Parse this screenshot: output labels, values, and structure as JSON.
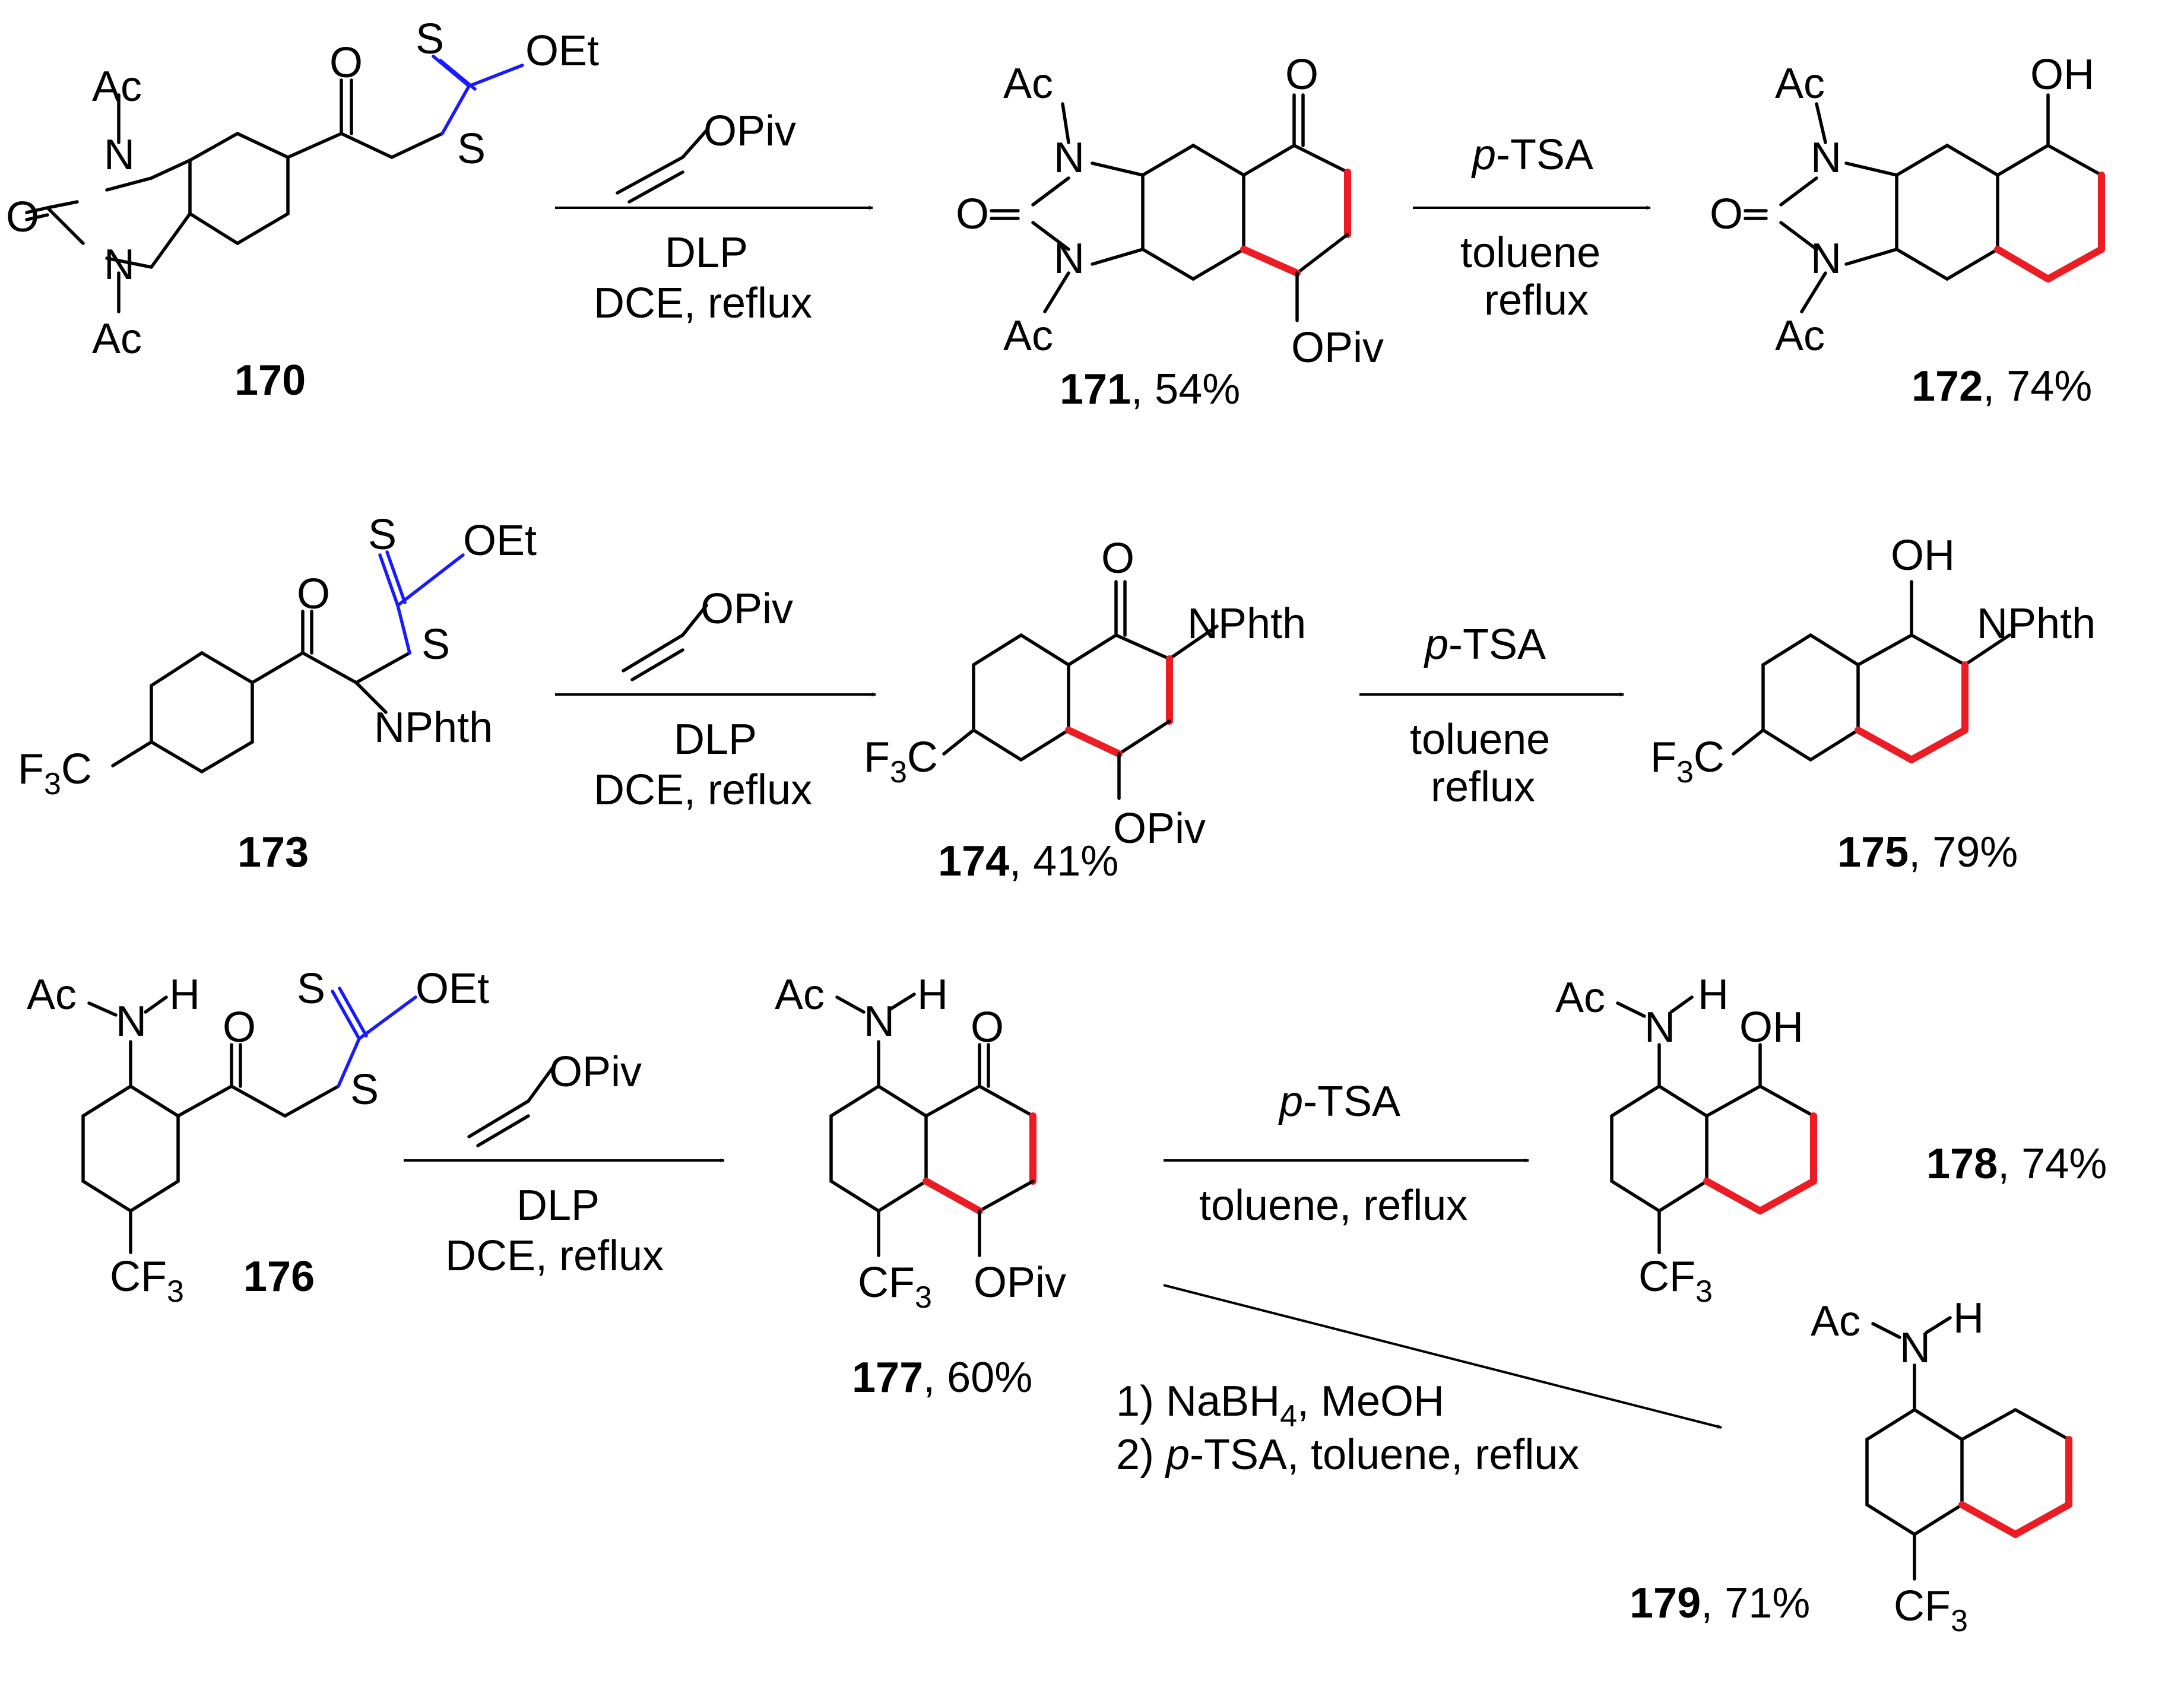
{
  "colors": {
    "xanthate": "#1a1aff",
    "trifluoromethyl_and_phthalimide": "#1e7d32",
    "new_bonds": "#ec1c24",
    "default": "#000000"
  },
  "labels": {
    "Ac": "Ac",
    "N": "N",
    "O": "O",
    "H": "H",
    "OH": "OH",
    "S": "S",
    "OEt": "OEt",
    "OPiv": "OPiv",
    "NPhth": "NPhth",
    "F3C": {
      "main": "F",
      "sub": "3",
      "tail": "C"
    },
    "CF3": {
      "main": "CF",
      "sub": "3"
    }
  },
  "compounds": {
    "c170": {
      "number": "170",
      "yield": ""
    },
    "c171": {
      "number": "171",
      "yield": ", 54%"
    },
    "c172": {
      "number": "172",
      "yield": ", 74%"
    },
    "c173": {
      "number": "173",
      "yield": ""
    },
    "c174": {
      "number": "174",
      "yield": ", 41%"
    },
    "c175": {
      "number": "175",
      "yield": ", 79%"
    },
    "c176": {
      "number": "176",
      "yield": ""
    },
    "c177": {
      "number": "177",
      "yield": ", 60%"
    },
    "c178": {
      "number": "178",
      "yield": ", 74%"
    },
    "c179": {
      "number": "179",
      "yield": ", 71%"
    }
  },
  "reagents": {
    "vinyl_pivalate": "OPiv",
    "dlp": "DLP",
    "dce_reflux": "DCE, reflux",
    "ptsa": {
      "italic": "p",
      "rest": "-TSA"
    },
    "toluene": "toluene",
    "reflux": "reflux",
    "toluene_reflux": "toluene, reflux",
    "step1": {
      "prefix": "1) NaBH",
      "sub": "4",
      "suffix": ", MeOH"
    },
    "step2": {
      "prefix": "2) ",
      "italic": "p",
      "rest": "-TSA, toluene, reflux"
    }
  }
}
